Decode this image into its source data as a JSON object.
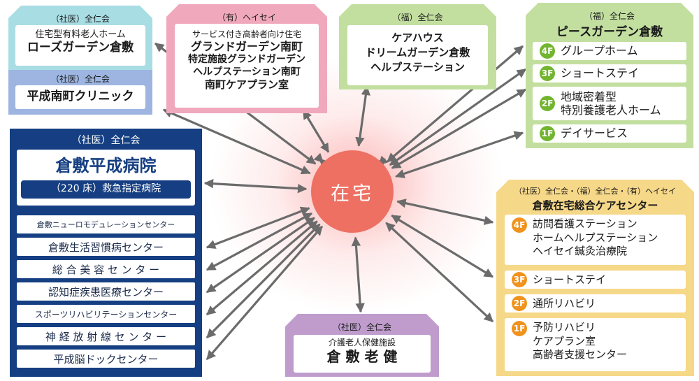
{
  "center": {
    "label": "在宅",
    "color": "#ee7062"
  },
  "colors": {
    "cyan": "#a8dde4",
    "periwinkle": "#9db5e0",
    "pink": "#f0a8bc",
    "green": "#c3dfa0",
    "navy": "#153f82",
    "yellow": "#f6d889",
    "purple": "#c09ccd",
    "green_badge": "#72b52f",
    "orange_badge": "#f0931e",
    "arrow": "#6b6b6b"
  },
  "rose": {
    "org": "（社医）全仁会",
    "lines": [
      "住宅型有料老人ホーム",
      "ローズガーデン倉敷"
    ]
  },
  "clinic": {
    "org": "（社医）全仁会",
    "name": "平成南町クリニック"
  },
  "heisei": {
    "org": "（有）ヘイセイ",
    "lines": [
      "サービス付き高齢者向け住宅",
      "グランドガーデン南町",
      "特定施設グランドガーデン",
      "ヘルプステーション南町",
      "南町ケアプラン室"
    ]
  },
  "carehouse": {
    "org": "（福）全仁会",
    "lines": [
      "ケアハウス",
      "ドリームガーデン倉敷",
      "ヘルプステーション"
    ]
  },
  "peace": {
    "org": "（福）全仁会",
    "name": "ピースガーデン倉敷",
    "floors": [
      {
        "badge": "4F",
        "lines": [
          "グループホーム"
        ]
      },
      {
        "badge": "3F",
        "lines": [
          "ショートステイ"
        ]
      },
      {
        "badge": "2F",
        "lines": [
          "地域密着型",
          "特別養護老人ホーム"
        ]
      },
      {
        "badge": "1F",
        "lines": [
          "デイサービス"
        ]
      }
    ]
  },
  "hospital": {
    "org": "（社医）全仁会",
    "name": "倉敷平成病院",
    "sub": "（220 床）救急指定病院",
    "centers": [
      "倉敷ニューロモデュレーションセンター",
      "倉敷生活習慣病センター",
      "総 合 美 容 セ ン タ ー",
      "認知症疾患医療センター",
      "スポーツリハビリテーションセンター",
      "神 経 放 射 線 セ ン タ ー",
      "平成脳ドックセンター"
    ]
  },
  "homecare": {
    "org": "（社医）全仁会・（福）全仁会・（有）ヘイセイ",
    "name": "倉敷在宅総合ケアセンター",
    "floors": [
      {
        "badge": "4F",
        "lines": [
          "訪問看護ステーション",
          "ホームヘルプステーション",
          "ヘイセイ鍼灸治療院"
        ]
      },
      {
        "badge": "3F",
        "lines": [
          "ショートステイ"
        ]
      },
      {
        "badge": "2F",
        "lines": [
          "通所リハビリ"
        ]
      },
      {
        "badge": "1F",
        "lines": [
          "予防リハビリ",
          "ケアプラン室",
          "高齢者支援センター"
        ]
      }
    ]
  },
  "roken": {
    "org": "（社医）全仁会",
    "lines": [
      "介護老人保健施設",
      "倉 敷 老 健"
    ]
  }
}
